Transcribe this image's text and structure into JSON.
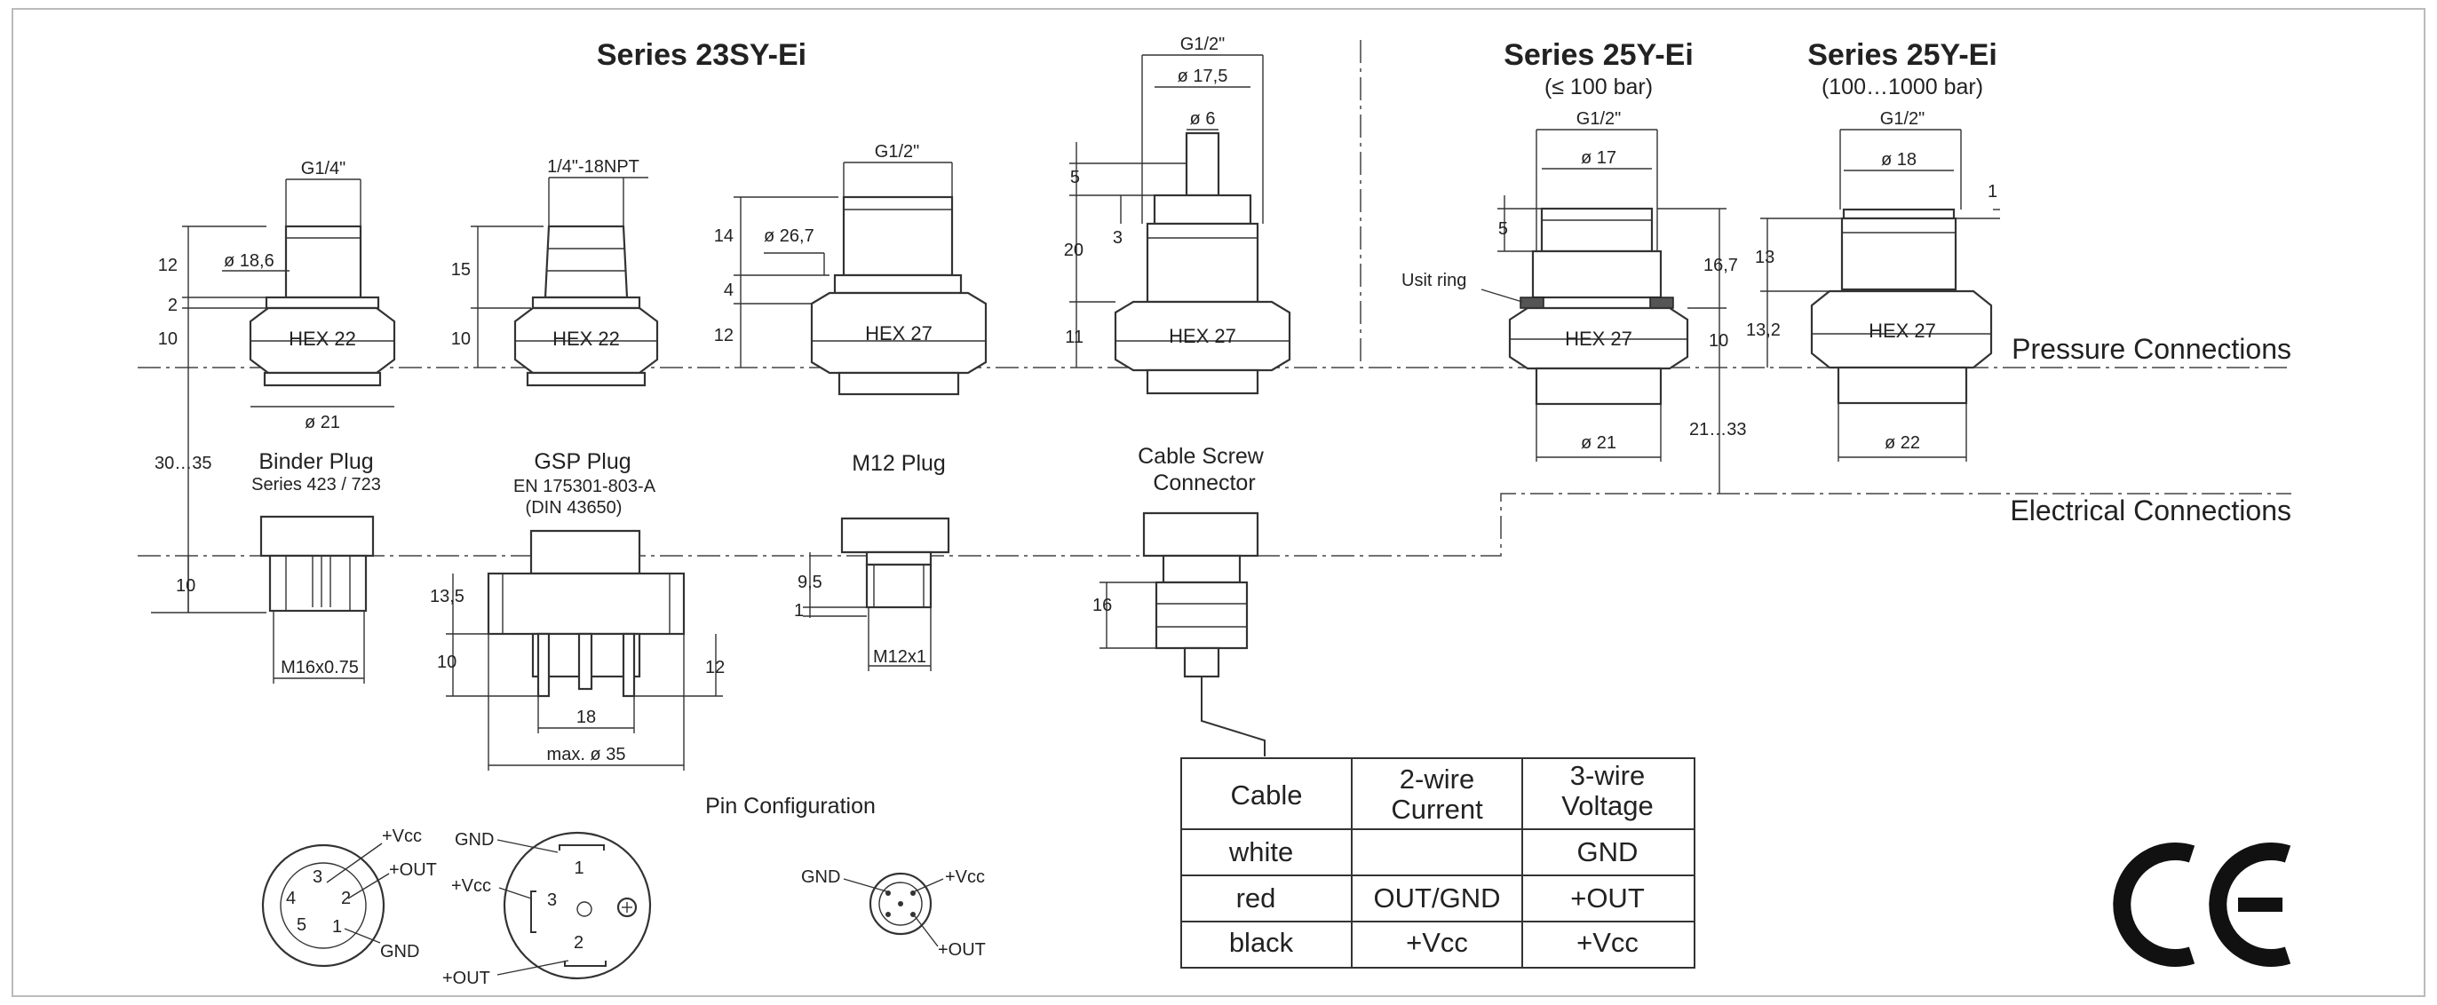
{
  "series": {
    "s23sy": {
      "title": "Series 23SY-Ei"
    },
    "s25y_low": {
      "title": "Series 25Y-Ei",
      "range": "(≤ 100 bar)"
    },
    "s25y_high": {
      "title": "Series 25Y-Ei",
      "range": "(100…1000 bar)"
    }
  },
  "sections": {
    "pressure": "Pressure Connections",
    "electrical": "Electrical Connections",
    "pins": "Pin Configuration"
  },
  "pressure_fittings": [
    {
      "thread": "G1/4\"",
      "hex": "HEX 22",
      "dims": {
        "d1": "ø 18,6",
        "d2": "ø 21",
        "h1": "12",
        "h2": "2",
        "h3": "10",
        "total": "30…35"
      }
    },
    {
      "thread": "1/4\"-18NPT",
      "hex": "HEX 22",
      "dims": {
        "h1": "15",
        "h2": "10"
      }
    },
    {
      "thread": "G1/2\"",
      "hex": "HEX 27",
      "dims": {
        "d1": "ø 26,7",
        "h1": "14",
        "h2": "4",
        "h3": "12"
      }
    },
    {
      "thread": "G1/2\"",
      "hex": "HEX 27",
      "dims": {
        "d1": "ø 17,5",
        "d2": "ø 6",
        "h1": "5",
        "h2": "3",
        "h3": "20",
        "h4": "11"
      }
    },
    {
      "thread": "G1/2\"",
      "hex": "HEX 27",
      "ring": "Usit ring",
      "dims": {
        "d1": "ø 17",
        "d2": "ø 21",
        "h1": "5",
        "h2": "16,7",
        "h3": "10",
        "total": "21…33"
      }
    },
    {
      "thread": "G1/2\"",
      "hex": "HEX 27",
      "dims": {
        "d1": "ø 18",
        "d2": "ø 22",
        "h1": "1",
        "h2": "13",
        "h3": "13,2"
      }
    }
  ],
  "plugs": [
    {
      "name": "Binder Plug",
      "sub": "Series 423 / 723",
      "dims": {
        "h": "10",
        "thread": "M16x0.75"
      }
    },
    {
      "name": "GSP Plug",
      "sub": "EN 175301-803-A",
      "sub2": "(DIN 43650)",
      "dims": {
        "h1": "13,5",
        "h2": "10",
        "h3": "12",
        "w": "18",
        "max": "max. ø 35"
      }
    },
    {
      "name": "M12 Plug",
      "dims": {
        "h1": "9,5",
        "h2": "1",
        "thread": "M12x1"
      }
    },
    {
      "name": "Cable Screw",
      "name2": "Connector",
      "dims": {
        "h": "16"
      }
    }
  ],
  "cable_table": {
    "headers": [
      "Cable",
      "2-wire",
      "Current",
      "3-wire",
      "Voltage"
    ],
    "rows": [
      {
        "color": "white",
        "two_wire": "",
        "three_wire": "GND"
      },
      {
        "color": "red",
        "two_wire": "OUT/GND",
        "three_wire": "+OUT"
      },
      {
        "color": "black",
        "two_wire": "+Vcc",
        "three_wire": "+Vcc"
      }
    ]
  },
  "pin_config": {
    "binder": {
      "labels": [
        "+Vcc",
        "+OUT",
        "GND"
      ],
      "pins": [
        "3",
        "4",
        "2",
        "5",
        "1"
      ]
    },
    "gsp": {
      "labels": [
        "GND",
        "+Vcc",
        "+OUT"
      ],
      "pins": [
        "1",
        "3",
        "2"
      ]
    },
    "m12": {
      "labels": [
        "GND",
        "+Vcc",
        "+OUT"
      ]
    }
  },
  "mark": "CE"
}
